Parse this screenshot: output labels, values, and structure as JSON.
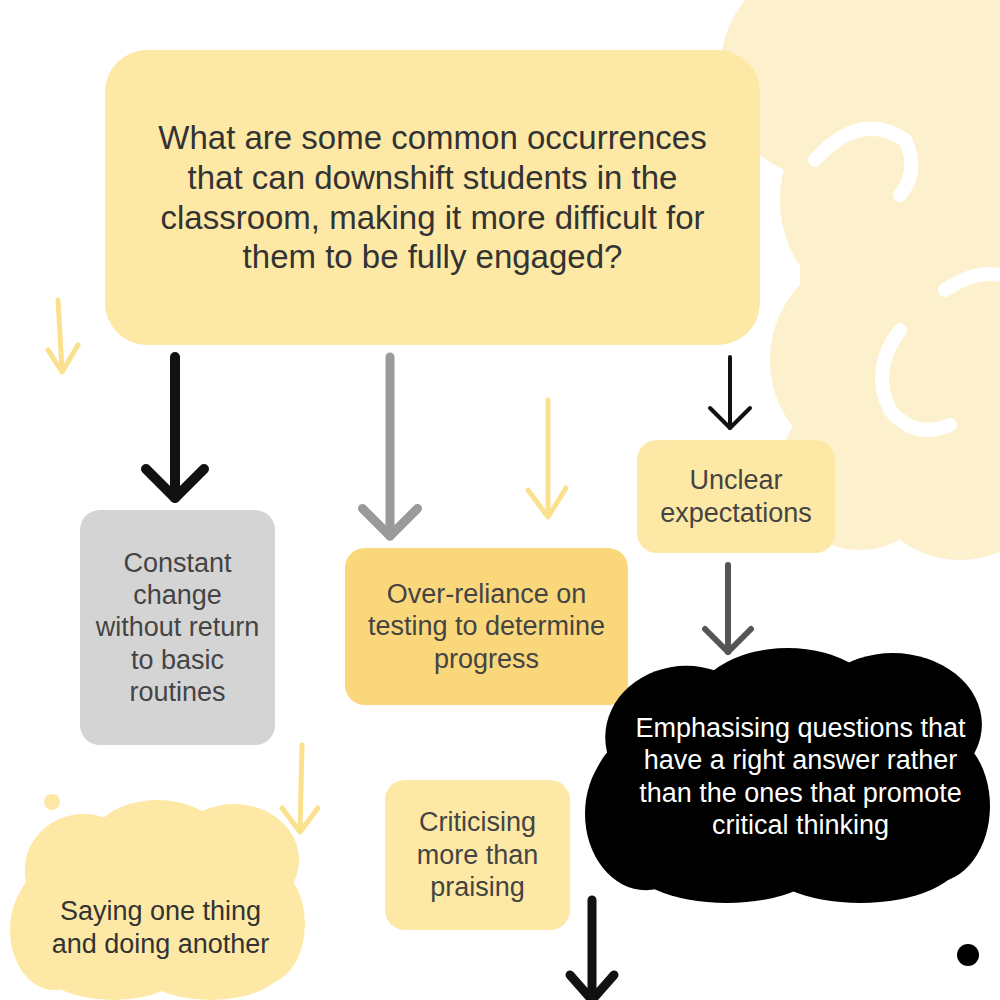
{
  "diagram": {
    "nodes": [
      {
        "text": [
          "What are some common occurrences that can downshift students in the classroom, making it more difficult for them to be fully engaged?"
        ]
      },
      {
        "text": [
          "Constant change without return to basic routines"
        ]
      },
      {
        "text": [
          "Over-reliance on testing to determine progress"
        ]
      },
      {
        "text": [
          "Unclear expectations"
        ]
      },
      {
        "text": [
          "Emphasising questions that have a right answer rather than the ones that promote critical thinking"
        ]
      },
      {
        "text": [
          "Criticising more than praising"
        ]
      },
      {
        "text": [
          "Saying one thing and doing another"
        ]
      }
    ],
    "edges": [
      {
        "from": 0,
        "to": 1,
        "arrow": "to"
      },
      {
        "from": 0,
        "to": 2,
        "arrow": "to"
      },
      {
        "from": 0,
        "to": 3,
        "arrow": "to"
      },
      {
        "from": 3,
        "to": 4,
        "arrow": "to"
      }
    ]
  }
}
